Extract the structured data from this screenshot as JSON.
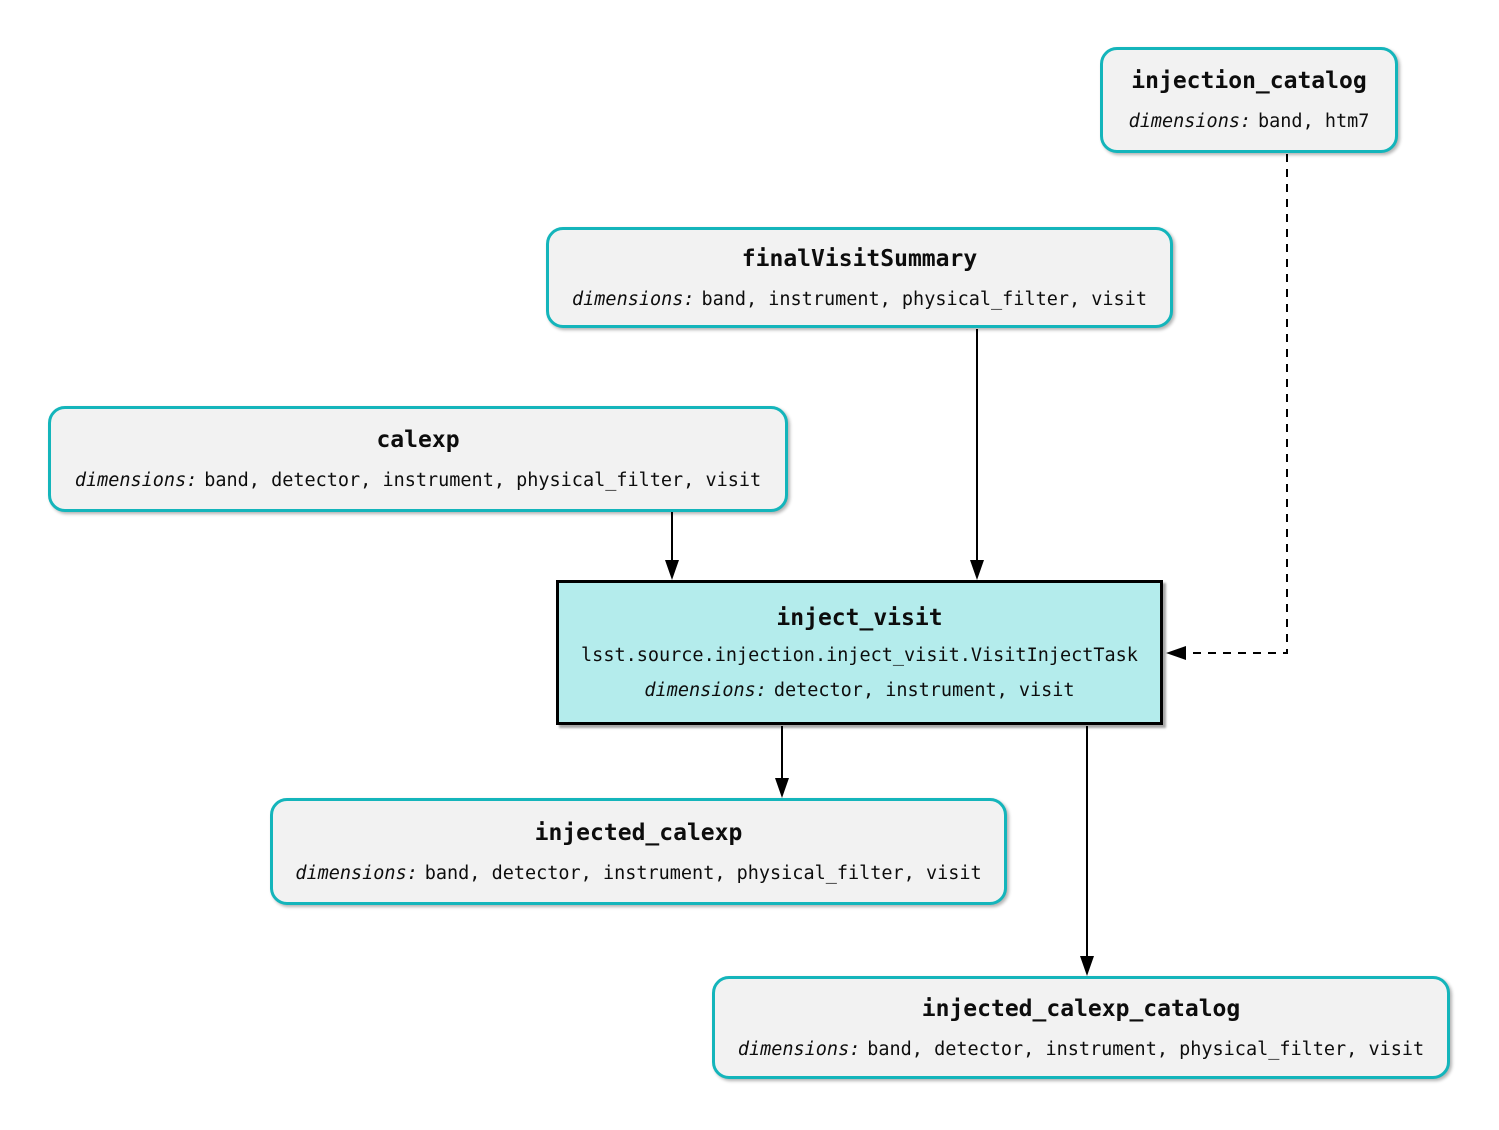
{
  "diagram": {
    "colors": {
      "dataset_border": "#14b5bb",
      "dataset_fill": "#f2f2f2",
      "task_border": "#000000",
      "task_fill": "#b4ecec",
      "edge": "#000000",
      "background": "#ffffff"
    },
    "nodes": {
      "injection_catalog": {
        "title": "injection_catalog",
        "dimensions_label": "dimensions:",
        "dimensions": "band, htm7"
      },
      "finalVisitSummary": {
        "title": "finalVisitSummary",
        "dimensions_label": "dimensions:",
        "dimensions": "band, instrument, physical_filter, visit"
      },
      "calexp": {
        "title": "calexp",
        "dimensions_label": "dimensions:",
        "dimensions": "band, detector, instrument, physical_filter, visit"
      },
      "inject_visit": {
        "title": "inject_visit",
        "task_class": "lsst.source.injection.inject_visit.VisitInjectTask",
        "dimensions_label": "dimensions:",
        "dimensions": "detector, instrument, visit"
      },
      "injected_calexp": {
        "title": "injected_calexp",
        "dimensions_label": "dimensions:",
        "dimensions": "band, detector, instrument, physical_filter, visit"
      },
      "injected_calexp_catalog": {
        "title": "injected_calexp_catalog",
        "dimensions_label": "dimensions:",
        "dimensions": "band, detector, instrument, physical_filter, visit"
      }
    },
    "edges": [
      {
        "from": "calexp",
        "to": "inject_visit",
        "style": "solid"
      },
      {
        "from": "finalVisitSummary",
        "to": "inject_visit",
        "style": "solid"
      },
      {
        "from": "injection_catalog",
        "to": "inject_visit",
        "style": "dashed"
      },
      {
        "from": "inject_visit",
        "to": "injected_calexp",
        "style": "solid"
      },
      {
        "from": "inject_visit",
        "to": "injected_calexp_catalog",
        "style": "solid"
      }
    ]
  }
}
